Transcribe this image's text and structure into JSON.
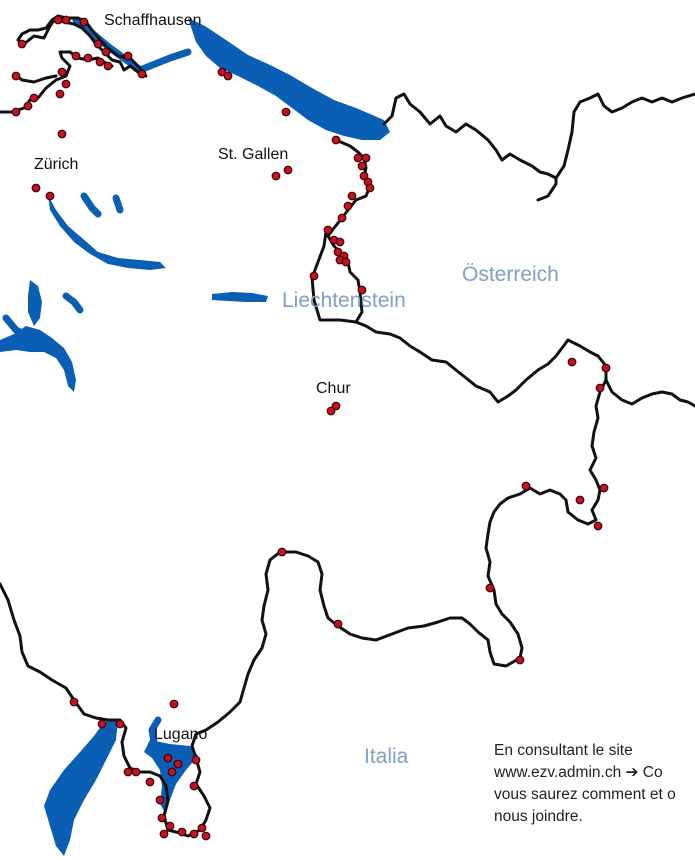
{
  "map": {
    "cities": [
      {
        "id": "schaffhausen",
        "name": "Schaffhausen"
      },
      {
        "id": "zurich",
        "name": "Zürich"
      },
      {
        "id": "st-gallen",
        "name": "St. Gallen"
      },
      {
        "id": "chur",
        "name": "Chur"
      },
      {
        "id": "lugano",
        "name": "Lugano"
      }
    ],
    "countries": [
      {
        "id": "osterreich",
        "name": "Österreich"
      },
      {
        "id": "liechtenstein",
        "name": "Liechtenstein"
      },
      {
        "id": "italia",
        "name": "Italia"
      }
    ],
    "colors": {
      "water": "#0a5fb4",
      "border": "#111111",
      "crossing_point": "#c4121f",
      "country_label": "#7f9ec9"
    }
  },
  "info_text": {
    "line1": "En consultant le site",
    "line2": "www.ezv.admin.ch ➔ Co",
    "line3": "vous saurez comment et o",
    "line4": "nous joindre."
  }
}
